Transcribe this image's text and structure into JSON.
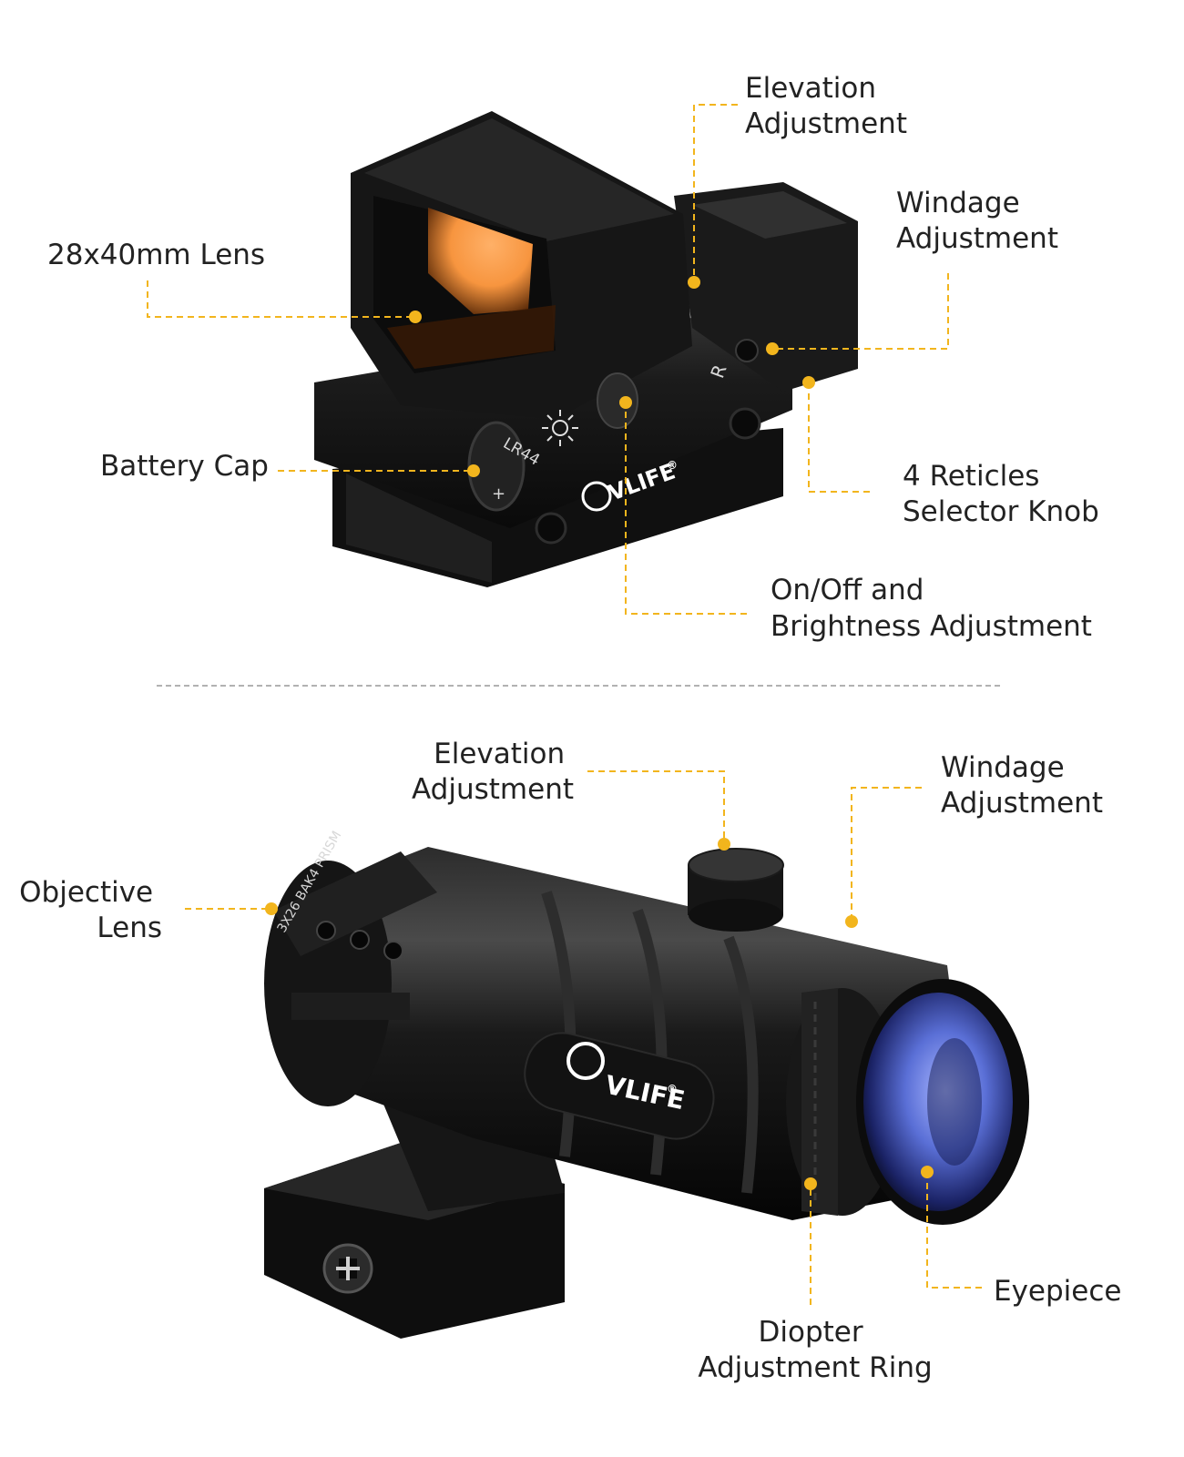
{
  "brand": "VLIFE",
  "registered": "®",
  "colors": {
    "callout": "#f2b51d",
    "label_text": "#222222",
    "body": "#151515",
    "lens_orange": "#f7953f",
    "lens_blue": "#5a6fd6",
    "divider": "#999999"
  },
  "red_dot_sight": {
    "battery_marking": "LR44",
    "plus_marking": "+",
    "reticle_marking": "R",
    "labels": {
      "elevation": [
        "Elevation",
        "Adjustment"
      ],
      "windage": [
        "Windage",
        "Adjustment"
      ],
      "lens": [
        "28x40mm Lens"
      ],
      "battery": [
        "Battery Cap"
      ],
      "reticles": [
        "4 Reticles",
        "Selector Knob"
      ],
      "brightness": [
        "On/Off and",
        "Brightness Adjustment"
      ]
    }
  },
  "magnifier": {
    "engraving": "3X26  BAK4 PRISM",
    "labels": {
      "elevation": [
        "Elevation",
        "Adjustment"
      ],
      "windage": [
        "Windage",
        "Adjustment"
      ],
      "objective": [
        "Objective",
        "Lens"
      ],
      "eyepiece": [
        "Eyepiece"
      ],
      "diopter": [
        "Diopter",
        "Adjustment Ring"
      ]
    }
  }
}
